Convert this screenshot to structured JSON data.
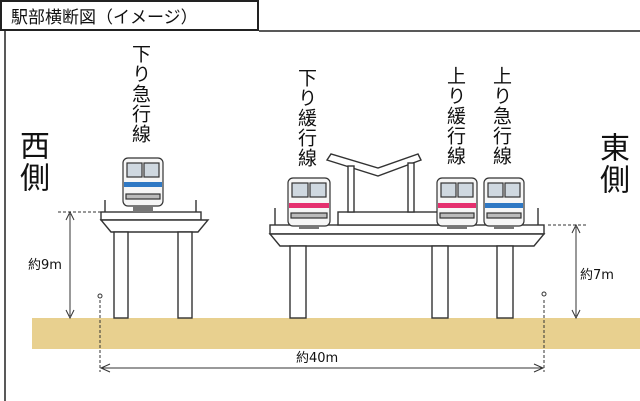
{
  "title": "駅部横断図（イメージ）",
  "tracks": {
    "down_express": "下り急行線",
    "down_local": "下り緩行線",
    "up_local": "上り緩行線",
    "up_express": "上り急行線"
  },
  "sides": {
    "west": "西側",
    "east": "東側"
  },
  "dimensions": {
    "left_height": "約9m",
    "right_height": "約7m",
    "width": "約40m"
  },
  "colors": {
    "ground": "#e8d08f",
    "express_stripe": "#2f78c4",
    "local_stripe": "#e5306f",
    "outline": "#333333"
  }
}
